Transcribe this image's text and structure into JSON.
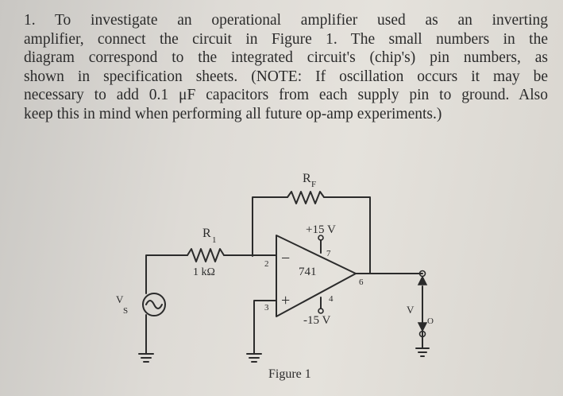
{
  "paragraph": {
    "lines": [
      "1. To investigate an operational amplifier used as an inverting",
      "amplifier, connect the circuit in Figure 1.  The small numbers in the",
      "diagram correspond to the integrated circuit's (chip's) pin numbers, as",
      "shown in specification sheets. (NOTE:  If oscillation occurs it may be",
      "necessary to add 0.1 μF capacitors from each supply pin to ground.  Also",
      "keep this in mind when performing all future op-amp experiments.)"
    ]
  },
  "diagram": {
    "rf_label": "R",
    "rf_sub": "F",
    "r1_label": "R",
    "r1_sub": "1",
    "r1_value": "1 kΩ",
    "vs_label": "V",
    "vs_sub": "S",
    "vo_label": "V",
    "vo_sub": "O",
    "chip": "741",
    "vplus": "+15 V",
    "vminus": "-15 V",
    "pin2": "2",
    "pin3": "3",
    "pin4": "4",
    "pin6": "6",
    "pin7": "7",
    "minus_sign": "−",
    "plus_sign": "+",
    "caption": "Figure 1"
  }
}
